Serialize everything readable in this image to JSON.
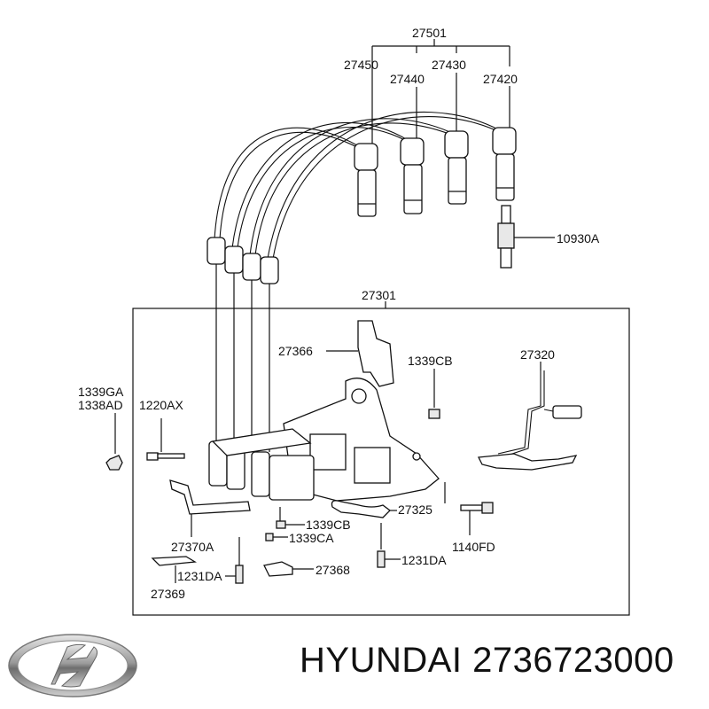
{
  "labels": {
    "l27501": "27501",
    "l27450": "27450",
    "l27430": "27430",
    "l27440": "27440",
    "l27420": "27420",
    "l10930A": "10930A",
    "l27301": "27301",
    "l27366": "27366",
    "l1339CB_a": "1339CB",
    "l27320": "27320",
    "l1339GA": "1339GA",
    "l1338AD": "1338AD",
    "l1220AX": "1220AX",
    "l27325": "27325",
    "l1339CB_b": "1339CB",
    "l1339CA": "1339CA",
    "l27370A": "27370A",
    "l1140FD": "1140FD",
    "l1231DA_a": "1231DA",
    "l27368": "27368",
    "l1231DA_b": "1231DA",
    "l27369": "27369"
  },
  "brand": {
    "caption": "HYUNDAI 2736723000",
    "logo": "hyundai-logo-icon"
  }
}
